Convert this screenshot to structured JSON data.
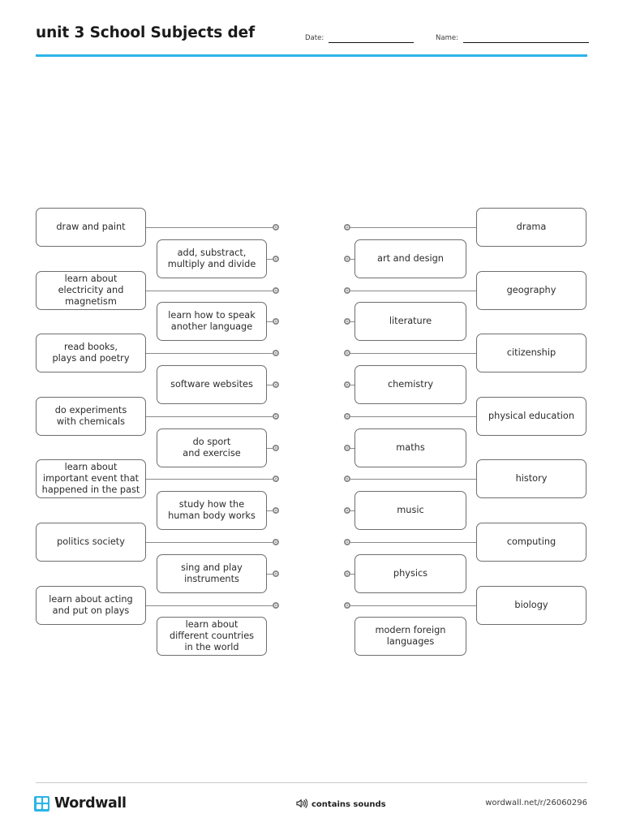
{
  "header": {
    "title": "unit 3 School Subjects def",
    "date_label": "Date:",
    "name_label": "Name:",
    "date_value": "",
    "name_value": "",
    "accent_color": "#2ab5e8"
  },
  "board": {
    "left_column": [
      {
        "text": "draw and paint",
        "variant": "outer"
      },
      {
        "text": "add, substract,\nmultiply and divide",
        "variant": "inner"
      },
      {
        "text": "learn about\nelectricity and\nmagnetism",
        "variant": "outer"
      },
      {
        "text": "learn how to speak\nanother language",
        "variant": "inner"
      },
      {
        "text": "read books,\nplays and poetry",
        "variant": "outer"
      },
      {
        "text": "software websites",
        "variant": "inner"
      },
      {
        "text": "do experiments\nwith chemicals",
        "variant": "outer"
      },
      {
        "text": "do sport\nand exercise",
        "variant": "inner"
      },
      {
        "text": "learn about\nimportant event that\nhappened in the past",
        "variant": "outer"
      },
      {
        "text": "study how the\nhuman body works",
        "variant": "inner"
      },
      {
        "text": "politics society",
        "variant": "outer"
      },
      {
        "text": "sing and play\ninstruments",
        "variant": "inner"
      },
      {
        "text": "learn about acting\nand put on plays",
        "variant": "outer"
      },
      {
        "text": "learn about\ndifferent countries\nin the world",
        "variant": "inner"
      }
    ],
    "right_column": [
      {
        "text": "drama",
        "variant": "outer"
      },
      {
        "text": "art and design",
        "variant": "inner"
      },
      {
        "text": "geography",
        "variant": "outer"
      },
      {
        "text": "literature",
        "variant": "inner"
      },
      {
        "text": "citizenship",
        "variant": "outer"
      },
      {
        "text": "chemistry",
        "variant": "inner"
      },
      {
        "text": "physical education",
        "variant": "outer"
      },
      {
        "text": "maths",
        "variant": "inner"
      },
      {
        "text": "history",
        "variant": "outer"
      },
      {
        "text": "music",
        "variant": "inner"
      },
      {
        "text": "computing",
        "variant": "outer"
      },
      {
        "text": "physics",
        "variant": "inner"
      },
      {
        "text": "biology",
        "variant": "outer"
      },
      {
        "text": "modern foreign\nlanguages",
        "variant": "inner"
      }
    ],
    "left_node_count": 13,
    "right_node_count": 13
  },
  "footer": {
    "brand": "Wordwall",
    "sounds_label": "contains sounds",
    "url": "wordwall.net/r/26060296"
  }
}
